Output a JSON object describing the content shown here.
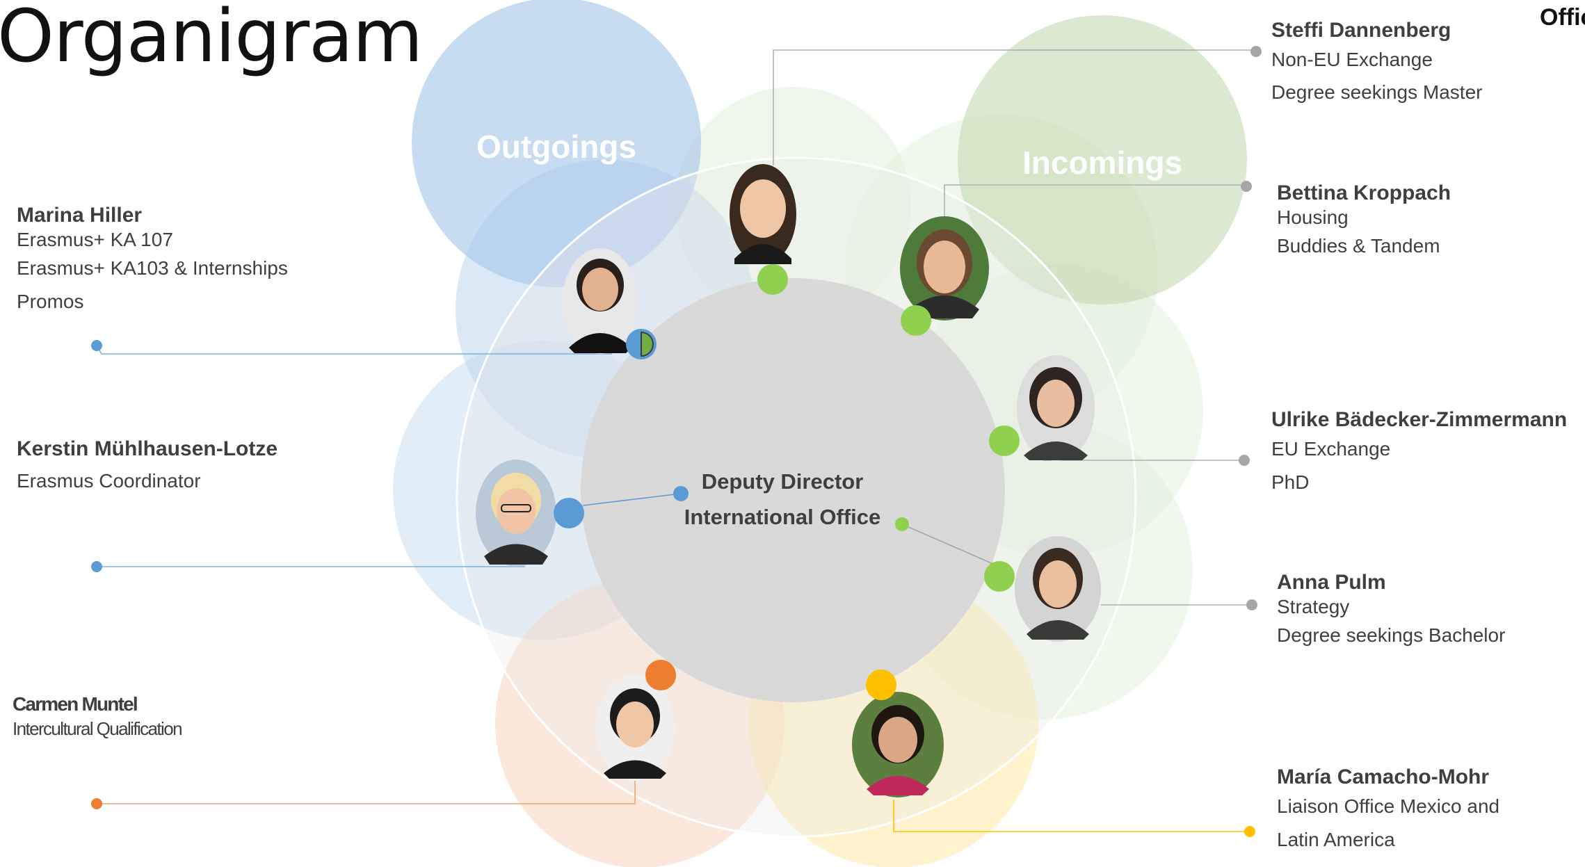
{
  "title": "Organigram",
  "corner_text": "Offic",
  "colors": {
    "outgoings_blue": "#5b9bd5",
    "incomings_green": "#70ad47",
    "bright_green": "#8fd14f",
    "orange": "#ed7d31",
    "yellow": "#ffc000",
    "center_gray": "#d9d9d9",
    "connector_gray": "#a6a6a6"
  },
  "groups": {
    "outgoings": "Outgoings",
    "incomings": "Incomings"
  },
  "center": {
    "line1": "Deputy Director",
    "line2": "International Office"
  },
  "people": {
    "marina": {
      "name": "Marina Hiller",
      "roles": [
        "Erasmus+ KA 107",
        "Erasmus+ KA103 & Internships",
        "Promos"
      ]
    },
    "kerstin": {
      "name": "Kerstin Mühlhausen-Lotze",
      "roles": [
        "Erasmus Coordinator"
      ]
    },
    "carmen": {
      "name": "Carmen Muntel",
      "roles": [
        "Intercultural Qualification"
      ]
    },
    "steffi": {
      "name": "Steffi Dannenberg",
      "roles": [
        "Non-EU Exchange",
        "Degree seekings Master"
      ]
    },
    "bettina": {
      "name": "Bettina Kroppach",
      "roles": [
        "Housing",
        "Buddies & Tandem"
      ]
    },
    "ulrike": {
      "name": "Ulrike Bädecker-Zimmermann",
      "roles": [
        "EU Exchange",
        "PhD"
      ]
    },
    "anna": {
      "name": "Anna Pulm",
      "roles": [
        "Strategy",
        "Degree seekings Bachelor"
      ]
    },
    "maria": {
      "name": "María Camacho-Mohr",
      "roles": [
        "Liaison Office Mexico and",
        "Latin America"
      ]
    }
  }
}
